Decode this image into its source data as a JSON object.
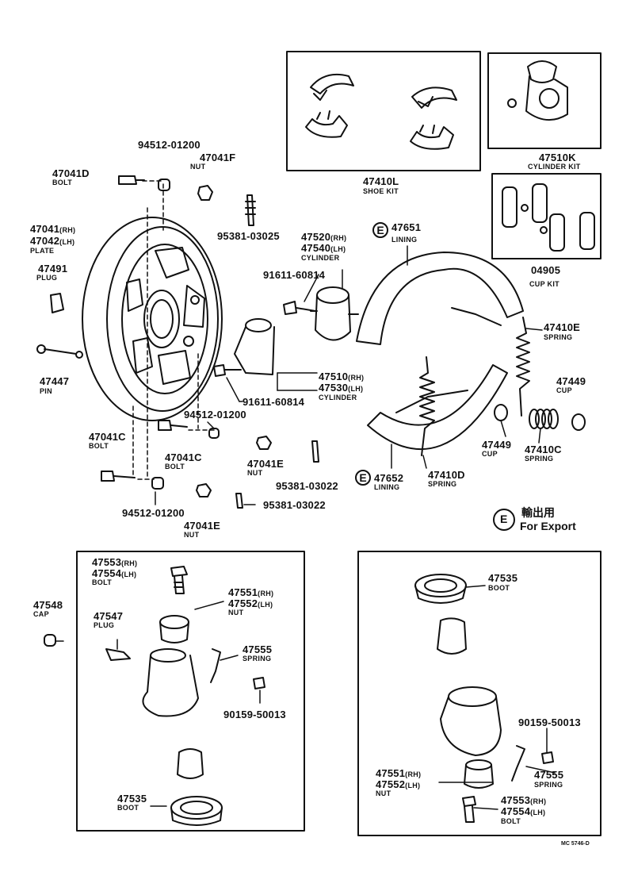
{
  "plate_group": {
    "bolt_a": {
      "no": "47041D",
      "name": "BOLT"
    },
    "washer_top": {
      "no": "94512-01200"
    },
    "nut_f": {
      "no": "47041F",
      "name": "NUT"
    },
    "plate": {
      "no1": "47041",
      "side1": "(RH)",
      "no2": "47042",
      "side2": "(LH)",
      "name": "PLATE"
    },
    "plug": {
      "no": "47491",
      "name": "PLUG"
    },
    "pin": {
      "no": "47447",
      "name": "PIN"
    },
    "spring_screw_top": {
      "no": "95381-03025"
    },
    "washer_mid": {
      "no": "94512-01200"
    },
    "bolt_c": {
      "no": "47041C",
      "name": "BOLT"
    },
    "bolt_c2": {
      "no": "47041C",
      "name": "BOLT"
    },
    "washer_bottom": {
      "no": "94512-01200"
    },
    "nut_e": {
      "no": "47041E",
      "name": "NUT"
    },
    "nut_e2": {
      "no": "47041E",
      "name": "NUT"
    },
    "screw_a": {
      "no": "95381-03022"
    },
    "screw_b": {
      "no": "95381-03022"
    }
  },
  "cylinder_group": {
    "bolt_top": {
      "no": "91611-60814"
    },
    "cyl_upper": {
      "no1": "47520",
      "side1": "(RH)",
      "no2": "47540",
      "side2": "(LH)",
      "name": "CYLINDER"
    },
    "cyl_lower": {
      "no1": "47510",
      "side1": "(RH)",
      "no2": "47530",
      "side2": "(LH)",
      "name": "CYLINDER"
    },
    "bolt_bottom": {
      "no": "91611-60814"
    }
  },
  "shoe_group": {
    "lining_upper": {
      "no": "47651",
      "name": "LINING"
    },
    "lining_lower": {
      "no": "47652",
      "name": "LINING"
    },
    "spring_e": {
      "no": "47410E",
      "name": "SPRING"
    },
    "cup_right": {
      "no": "47449",
      "name": "CUP"
    },
    "cup_left": {
      "no": "47449",
      "name": "CUP"
    },
    "spring_c": {
      "no": "47410C",
      "name": "SPRING"
    },
    "spring_d": {
      "no": "47410D",
      "name": "SPRING"
    }
  },
  "kits": {
    "shoe_kit": {
      "no": "47410L",
      "name": "SHOE KIT"
    },
    "cyl_kit": {
      "no": "47510K",
      "name": "CYLINDER KIT"
    },
    "cup_kit": {
      "no": "04905",
      "name": "CUP KIT"
    }
  },
  "export_legend": {
    "mark": "E",
    "jp": "輸出用",
    "en": "For Export"
  },
  "detail_left": {
    "bolt": {
      "no1": "47553",
      "side1": "(RH)",
      "no2": "47554",
      "side2": "(LH)",
      "name": "BOLT"
    },
    "cap": {
      "no": "47548",
      "name": "CAP"
    },
    "plug": {
      "no": "47547",
      "name": "PLUG"
    },
    "nut": {
      "no1": "47551",
      "side1": "(RH)",
      "no2": "47552",
      "side2": "(LH)",
      "name": "NUT"
    },
    "spring": {
      "no": "47555",
      "name": "SPRING"
    },
    "screw": {
      "no": "90159-50013"
    },
    "boot": {
      "no": "47535",
      "name": "BOOT"
    }
  },
  "detail_right": {
    "boot": {
      "no": "47535",
      "name": "BOOT"
    },
    "screw": {
      "no": "90159-50013"
    },
    "nut": {
      "no1": "47551",
      "side1": "(RH)",
      "no2": "47552",
      "side2": "(LH)",
      "name": "NUT"
    },
    "spring": {
      "no": "47555",
      "name": "SPRING"
    },
    "bolt": {
      "no1": "47553",
      "side1": "(RH)",
      "no2": "47554",
      "side2": "(LH)",
      "name": "BOLT"
    }
  },
  "drawing_code": "MC 5746-D"
}
